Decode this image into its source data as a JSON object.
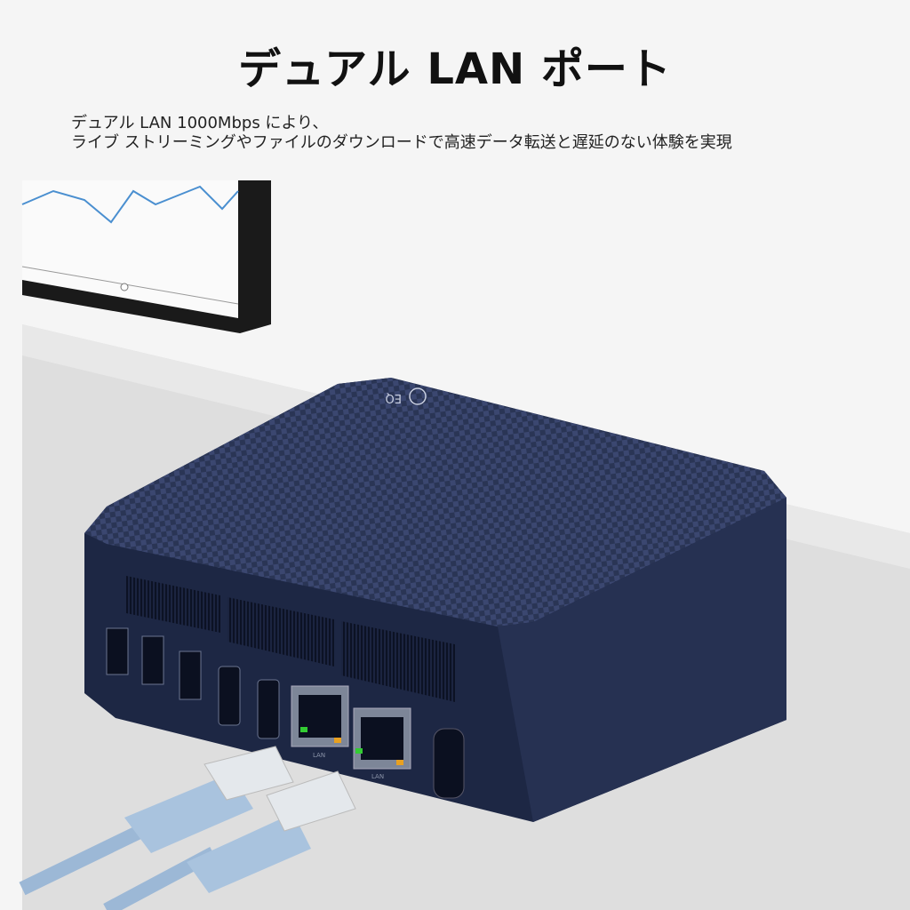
{
  "title": "デュアル LAN ポート",
  "description": {
    "line1": "デュアル LAN 1000Mbps により、",
    "line2": "ライブ ストリーミングやファイルのダウンロードで高速データ転送と遅延のない体験を実現"
  },
  "product": {
    "logo_text": "EQ",
    "port_labels": [
      "LAN",
      "LAN"
    ],
    "colors": {
      "body": "#1f2a47",
      "top": "#2b3656",
      "cable": "#9cb8d6",
      "table": "#dedede"
    }
  }
}
